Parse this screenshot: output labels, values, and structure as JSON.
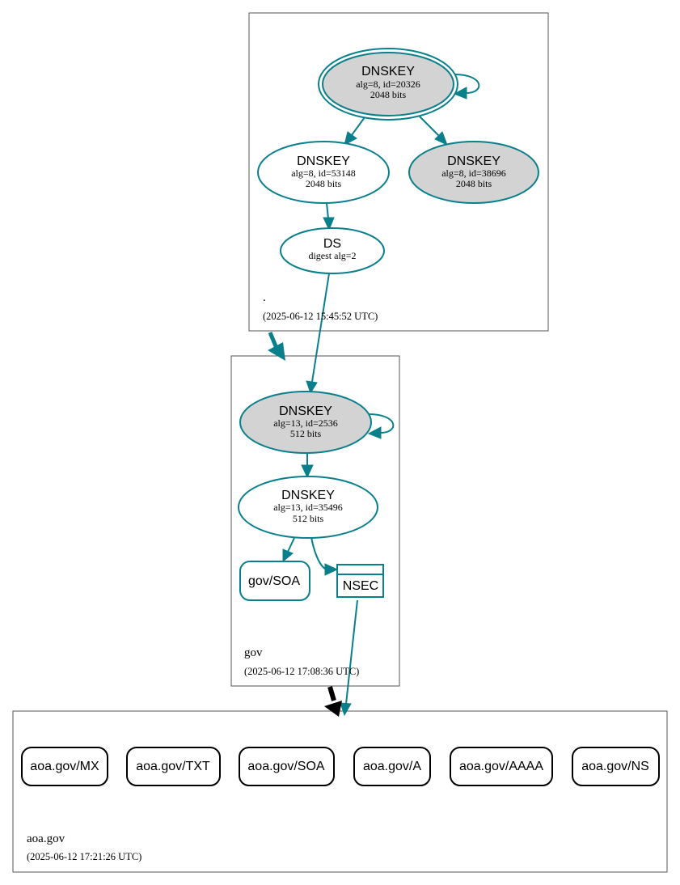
{
  "colors": {
    "edge": "#0a7f8c",
    "fill_gray": "#d3d3d3",
    "border": "#555555"
  },
  "zones": {
    "root": {
      "name": ".",
      "timestamp": "(2025-06-12 15:45:52 UTC)"
    },
    "gov": {
      "name": "gov",
      "timestamp": "(2025-06-12 17:08:36 UTC)"
    },
    "aoa": {
      "name": "aoa.gov",
      "timestamp": "(2025-06-12 17:21:26 UTC)"
    }
  },
  "nodes": {
    "root_ksk": {
      "title": "DNSKEY",
      "line1": "alg=8, id=20326",
      "line2": "2048 bits"
    },
    "root_zsk": {
      "title": "DNSKEY",
      "line1": "alg=8, id=53148",
      "line2": "2048 bits"
    },
    "root_key3": {
      "title": "DNSKEY",
      "line1": "alg=8, id=38696",
      "line2": "2048 bits"
    },
    "root_ds": {
      "title": "DS",
      "line1": "digest alg=2"
    },
    "gov_ksk": {
      "title": "DNSKEY",
      "line1": "alg=13, id=2536",
      "line2": "512 bits"
    },
    "gov_zsk": {
      "title": "DNSKEY",
      "line1": "alg=13, id=35496",
      "line2": "512 bits"
    },
    "gov_soa": {
      "label": "gov/SOA"
    },
    "gov_nsec": {
      "label": "NSEC"
    }
  },
  "records": [
    "aoa.gov/MX",
    "aoa.gov/TXT",
    "aoa.gov/SOA",
    "aoa.gov/A",
    "aoa.gov/AAAA",
    "aoa.gov/NS"
  ]
}
